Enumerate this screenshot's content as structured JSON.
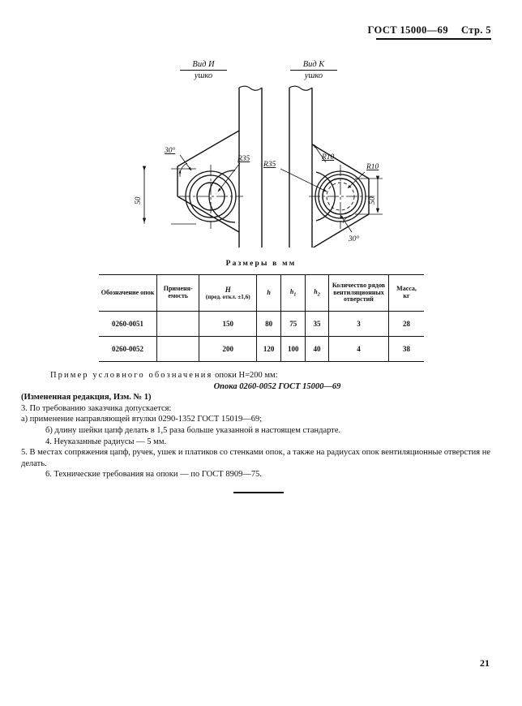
{
  "header": {
    "gost": "ГОСТ 15000—69",
    "page_label": "Стр. 5"
  },
  "drawings": {
    "left": {
      "caption_line1": "Вид И",
      "caption_line2": "ушко",
      "labels": {
        "angle": "30°",
        "radius": "R35",
        "dimension": "50"
      }
    },
    "right": {
      "caption_line1": "Вид К",
      "caption_line2": "ушко",
      "labels": {
        "radius_top": "R10",
        "radius_left": "R35",
        "radius_right": "R10",
        "dimension": "50",
        "angle": "30°"
      }
    }
  },
  "table": {
    "caption": "Размеры в мм",
    "headers": {
      "designation": "Обозначение опок",
      "applicability_l1": "Применя-",
      "applicability_l2": "емость",
      "H_symbol": "H",
      "H_tolerance": "(пред. откл. ±1,6)",
      "h": "h",
      "h1_base": "h",
      "h1_sub": "1",
      "h2_base": "h",
      "h2_sub": "2",
      "vent_l1": "Количество рядов",
      "vent_l2": "вентиляционных",
      "vent_l3": "отверстий",
      "mass_l1": "Масса,",
      "mass_l2": "кг"
    },
    "rows": [
      {
        "designation": "0260-0051",
        "applicability": "",
        "H": "150",
        "h": "80",
        "h1": "75",
        "h2": "35",
        "vent": "3",
        "mass": "28"
      },
      {
        "designation": "0260-0052",
        "applicability": "",
        "H": "200",
        "h": "120",
        "h1": "100",
        "h2": "40",
        "vent": "4",
        "mass": "38"
      }
    ]
  },
  "body": {
    "example_spaced": "Пример  условного  обозначения",
    "example_tail": " опоки H=200 мм:",
    "example_code": "Опока 0260-0052 ГОСТ 15000—69",
    "revision_note": "(Измененная редакция, Изм. № 1)",
    "item3": "3. По требованию заказчика допускается:",
    "item3a": "а) применение  направляющей  втулки 0290-1352 ГОСТ 15019—69;",
    "item3b": "б) длину шейки цапф   делать в 1,5  раза  больше указанной в настоящем стандарте.",
    "item4": "4. Неуказанные радиусы — 5 мм.",
    "item5": "5. В местах сопряжения цапф, ручек, ушек и платиков  со стенками опок, а также на  радиусах опок  вентиляционные  отверстия не делать.",
    "item6": "6. Технические   требования на опоки  —  по ГОСТ 8909—75."
  },
  "footer": {
    "page_number": "21"
  }
}
